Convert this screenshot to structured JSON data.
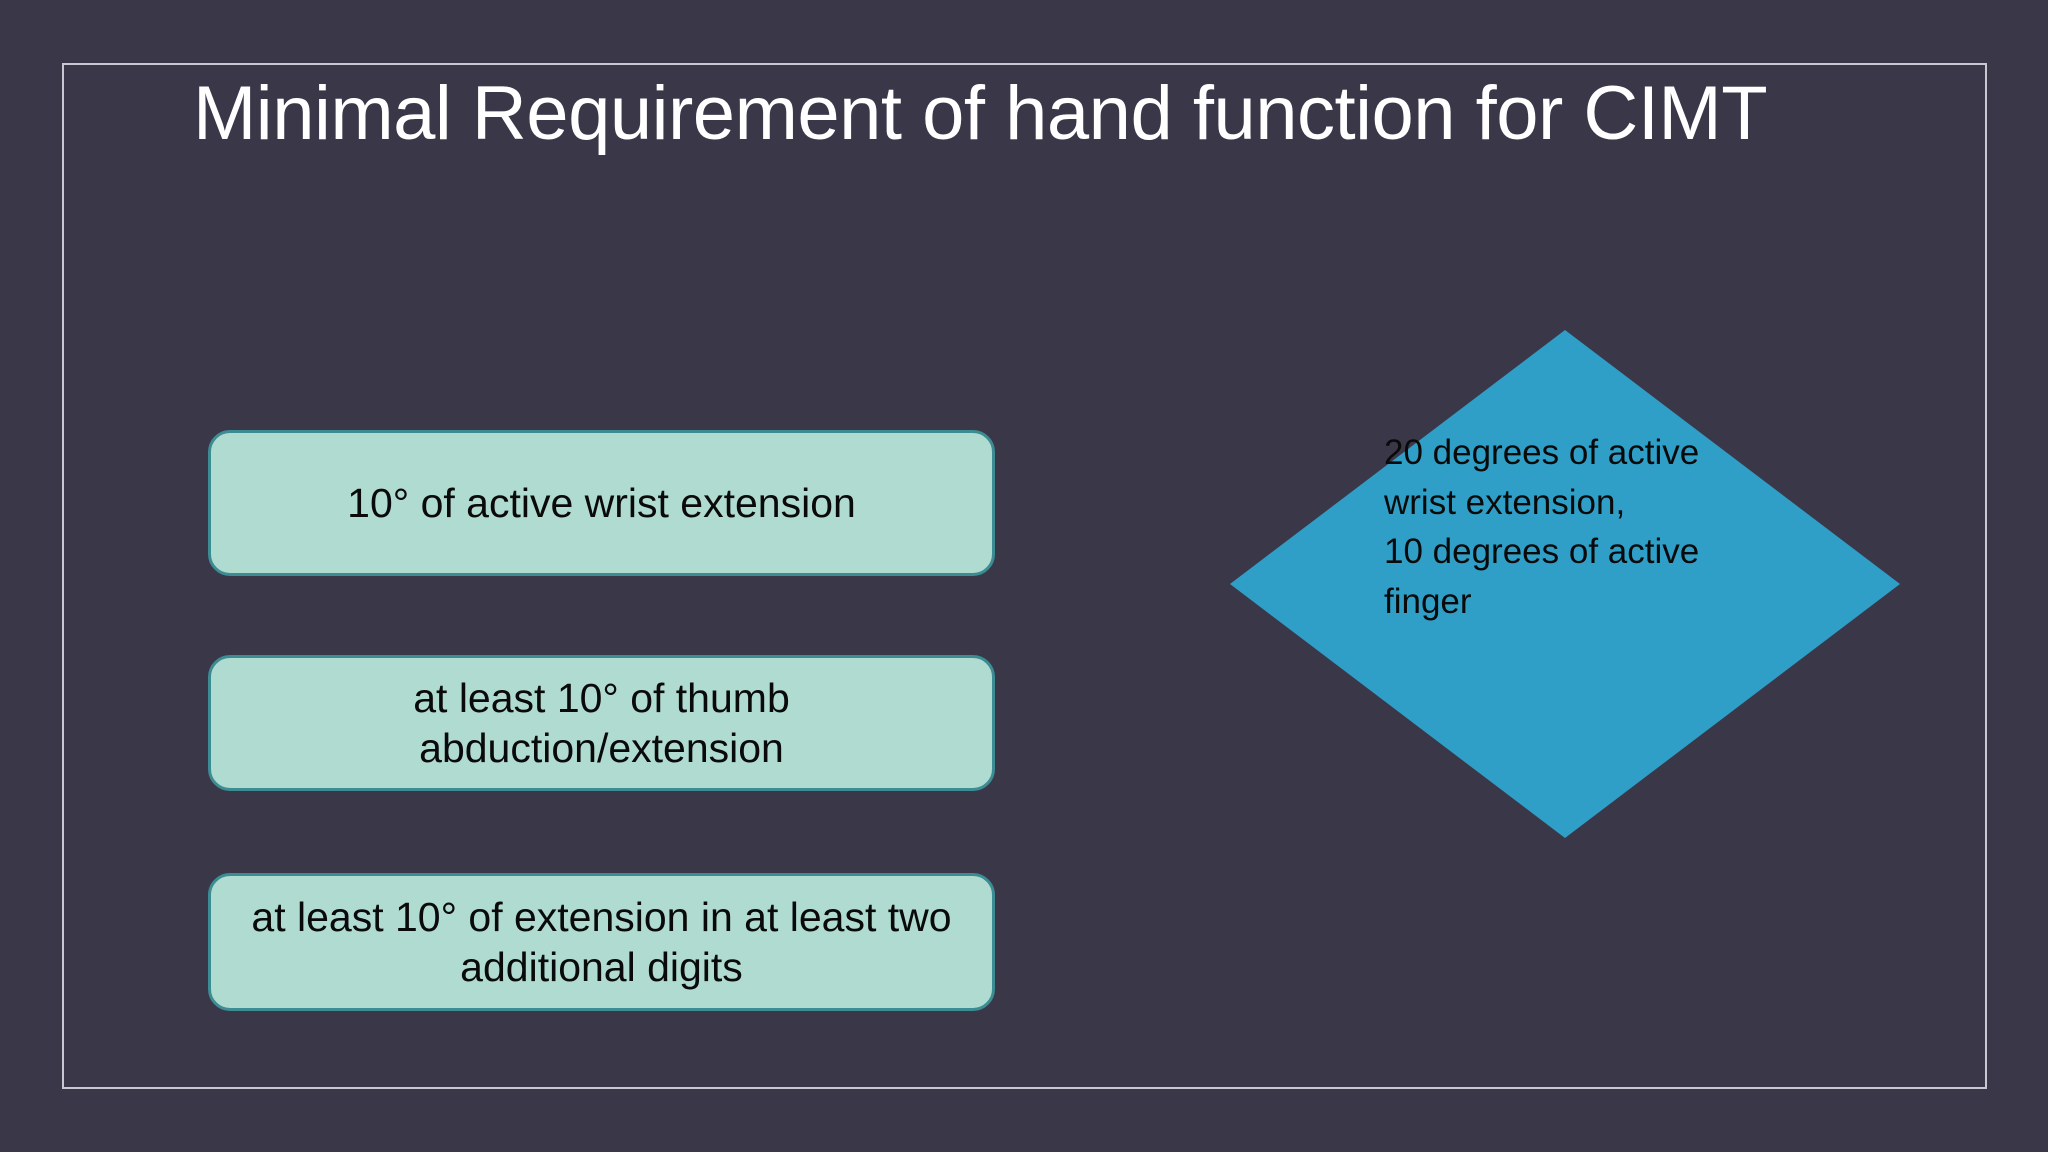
{
  "slide": {
    "background_color": "#3a3749",
    "frame_border_color": "#c9c7d4",
    "title": "Minimal Requirement of hand function for CIMT",
    "title_color": "#ffffff"
  },
  "boxes": {
    "fill_color": "#b0dbd0",
    "border_color": "#3c8d93",
    "text_color": "#0a0a0a",
    "items": [
      {
        "text": "10° of active wrist extension"
      },
      {
        "text": "at least 10° of thumb abduction/extension"
      },
      {
        "text": "at least 10° of extension in at least two additional digits"
      }
    ]
  },
  "diamond": {
    "fill_color": "#2f9fc8",
    "text_color": "#0a0a0a",
    "text": "20 degrees of active wrist extension,\n10 degrees of active finger"
  }
}
